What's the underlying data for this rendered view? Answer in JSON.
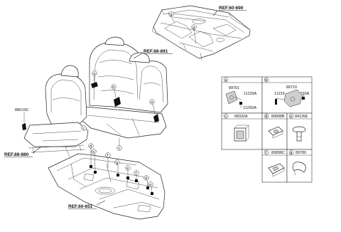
{
  "refs": {
    "package_tray": "REF.60-690",
    "rear_seat": "REF.88-891",
    "front_seat": "REF.88-880",
    "floor_panel": "REF.60-651"
  },
  "parts": {
    "seat_back_fastener": "88010C"
  },
  "callouts": [
    "a",
    "b",
    "c",
    "d",
    "e",
    "f",
    "g"
  ],
  "table": {
    "a": {
      "letter": "a",
      "parts": [
        "89751",
        "11233A",
        "1125DA"
      ]
    },
    "b": {
      "letter": "b",
      "parts": [
        "89710",
        "11233",
        "11233A"
      ]
    },
    "c": {
      "letter": "c",
      "part": "68332A"
    },
    "d": {
      "letter": "d",
      "part": "89898B"
    },
    "e": {
      "letter": "e",
      "part": "84135E"
    },
    "f": {
      "letter": "f",
      "part": "89898C"
    },
    "g": {
      "letter": "g",
      "part": "89780"
    }
  }
}
